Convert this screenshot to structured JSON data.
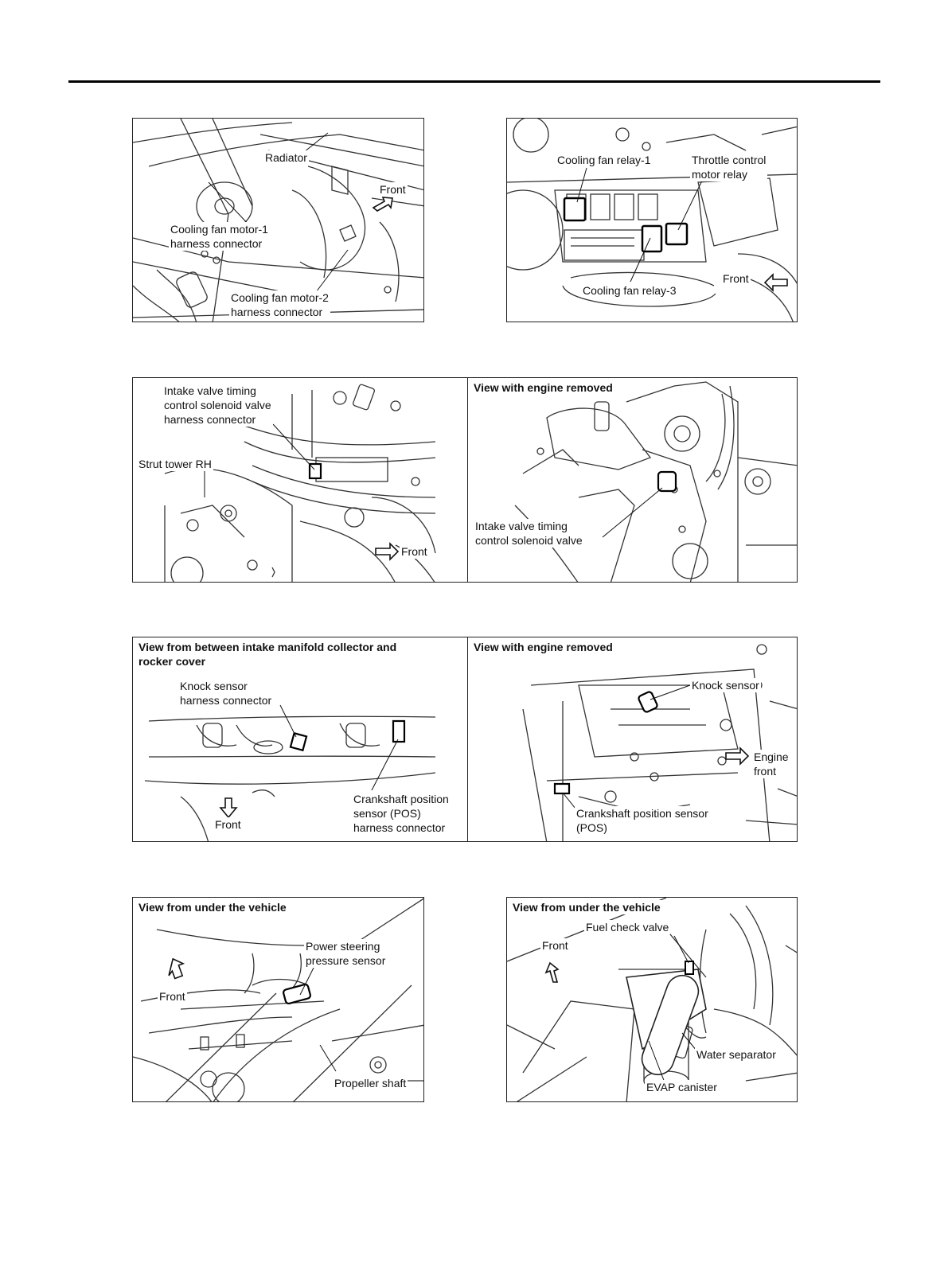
{
  "panel1": {
    "radiator": "Radiator",
    "front": "Front",
    "fan_motor_1": "Cooling fan motor-1\nharness connector",
    "fan_motor_2": "Cooling fan motor-2\nharness connector"
  },
  "panel2": {
    "relay_1": "Cooling fan relay-1",
    "throttle_relay": "Throttle control\nmotor relay",
    "front": "Front",
    "relay_3": "Cooling fan relay-3"
  },
  "panel3": {
    "harness_connector": "Intake valve timing\ncontrol solenoid valve\nharness connector",
    "strut_tower": "Strut tower RH",
    "front": "Front",
    "right_header": "View with engine removed",
    "solenoid_valve": "Intake valve timing\ncontrol solenoid valve"
  },
  "panel4": {
    "left_header": "View from between intake manifold collector and\nrocker cover",
    "knock_connector": "Knock sensor\nharness connector",
    "front": "Front",
    "crank_connector": "Crankshaft position\nsensor (POS)\nharness connector",
    "right_header": "View with engine removed",
    "knock_sensor": "Knock sensor",
    "engine_front": "Engine\nfront",
    "crank_sensor": "Crankshaft position sensor\n(POS)"
  },
  "panel5": {
    "header": "View from under the vehicle",
    "ps_sensor": "Power steering\npressure sensor",
    "front": "Front",
    "propeller": "Propeller shaft"
  },
  "panel6": {
    "header": "View from under the vehicle",
    "fuel_check": "Fuel check valve",
    "front": "Front",
    "water_sep": "Water separator",
    "evap": "EVAP canister"
  }
}
